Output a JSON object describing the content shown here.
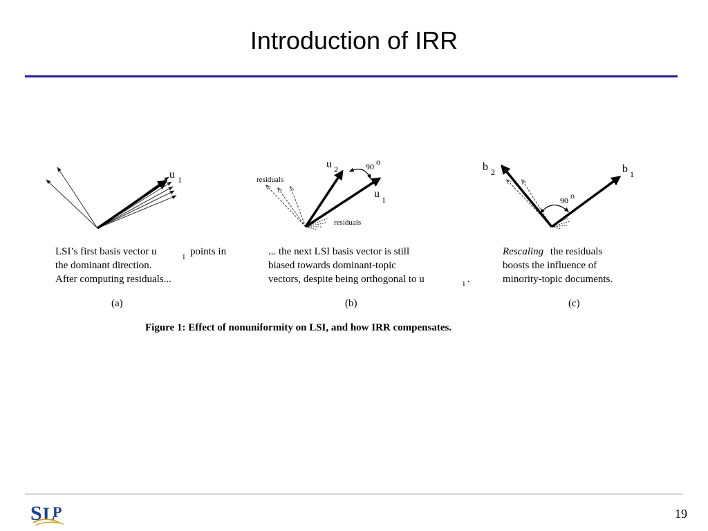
{
  "slide": {
    "title": "Introduction of IRR",
    "page_number": "19",
    "logo_text": "SLP",
    "colors": {
      "title_rule": "#1a1ab8",
      "footer_rule": "#7a7a7a",
      "logo_blue": "#1c3f94",
      "logo_gold": "#d4a418"
    }
  },
  "figure": {
    "caption": "Figure 1:  Effect of nonuniformity on LSI, and how IRR compensates.",
    "panel_a": {
      "vector_label": "u",
      "vector_sub": "1",
      "caption_line1_pre": "LSI’s first basis vector u",
      "caption_line1_sub": "1",
      "caption_line1_post": "points in",
      "caption_line2": "the dominant direction.",
      "caption_line3": "After computing residuals...",
      "letter": "(a)"
    },
    "panel_b": {
      "u2_label": "u",
      "u2_sub": "2",
      "u1_label": "u",
      "u1_sub": "1",
      "angle_label": "90",
      "degree_symbol": "o",
      "residuals_upper": "residuals",
      "residuals_lower": "residuals",
      "caption_line1": "... the next LSI basis vector is still",
      "caption_line2": "biased towards dominant-topic",
      "caption_line3_pre": "vectors, despite being orthogonal to u",
      "caption_line3_sub": "1",
      "caption_line3_post": ".",
      "letter": "(b)"
    },
    "panel_c": {
      "b2_label": "b",
      "b2_sub": "2",
      "b1_label": "b",
      "b1_sub": "1",
      "angle_label": "90",
      "degree_symbol": "o",
      "caption_line1_italic": "Rescaling",
      "caption_line1_rest": "the residuals",
      "caption_line2": "boosts the influence of",
      "caption_line3": "minority-topic documents.",
      "letter": "(c)"
    }
  }
}
